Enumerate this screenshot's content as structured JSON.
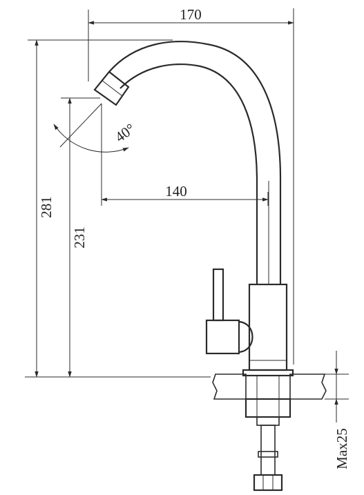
{
  "drawing": {
    "dimensions": {
      "width_top": "170",
      "reach": "140",
      "height_total": "281",
      "height_outlet": "231",
      "swivel_angle": "40°",
      "max_thickness": "Max25"
    },
    "colors": {
      "line": "#2a2a2a",
      "background": "#ffffff"
    }
  }
}
